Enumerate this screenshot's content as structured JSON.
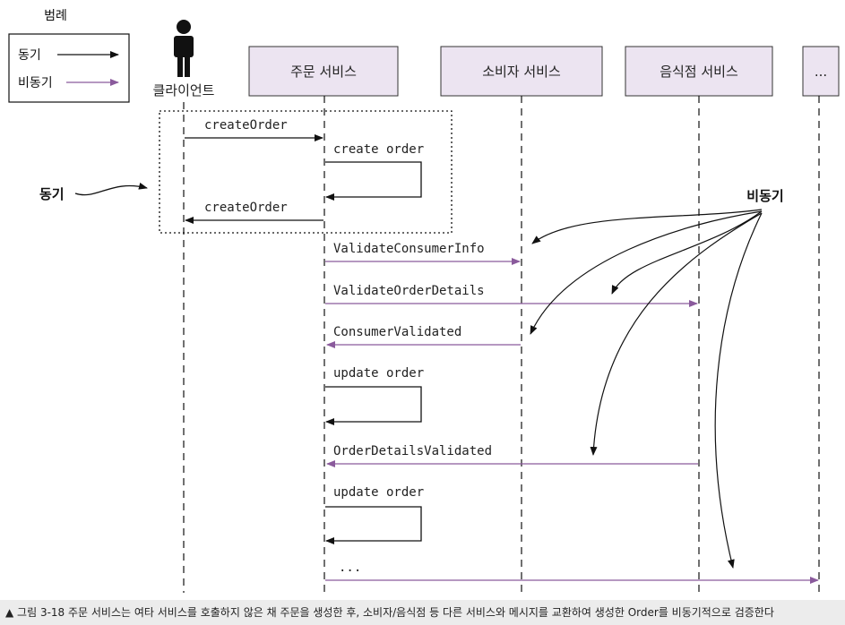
{
  "legend": {
    "title": "범례",
    "sync_label": "동기",
    "async_label": "비동기"
  },
  "participants": {
    "client": "클라이언트",
    "order_service": "주문 서비스",
    "consumer_service": "소비자 서비스",
    "restaurant_service": "음식점 서비스",
    "more": "..."
  },
  "annotations": {
    "sync": "동기",
    "async": "비동기"
  },
  "messages": [
    {
      "label": "createOrder",
      "type": "sync"
    },
    {
      "label": "create order",
      "type": "self"
    },
    {
      "label": "createOrder",
      "type": "sync-return"
    },
    {
      "label": "ValidateConsumerInfo",
      "type": "async"
    },
    {
      "label": "ValidateOrderDetails",
      "type": "async"
    },
    {
      "label": "ConsumerValidated",
      "type": "async"
    },
    {
      "label": "update order",
      "type": "self"
    },
    {
      "label": "OrderDetailsValidated",
      "type": "async"
    },
    {
      "label": "update order",
      "type": "self"
    },
    {
      "label": "...",
      "type": "async"
    }
  ],
  "caption": "▲ 그림 3-18 주문 서비스는 여타 서비스를 호출하지 않은 채 주문을 생성한 후, 소비자/음식점 등 다른 서비스와 메시지를 교환하여 생성한 Order를 비동기적으로 검증한다",
  "colors": {
    "async": "#8a5a9c",
    "sync": "#111111",
    "header_fill": "#ece4f1"
  }
}
